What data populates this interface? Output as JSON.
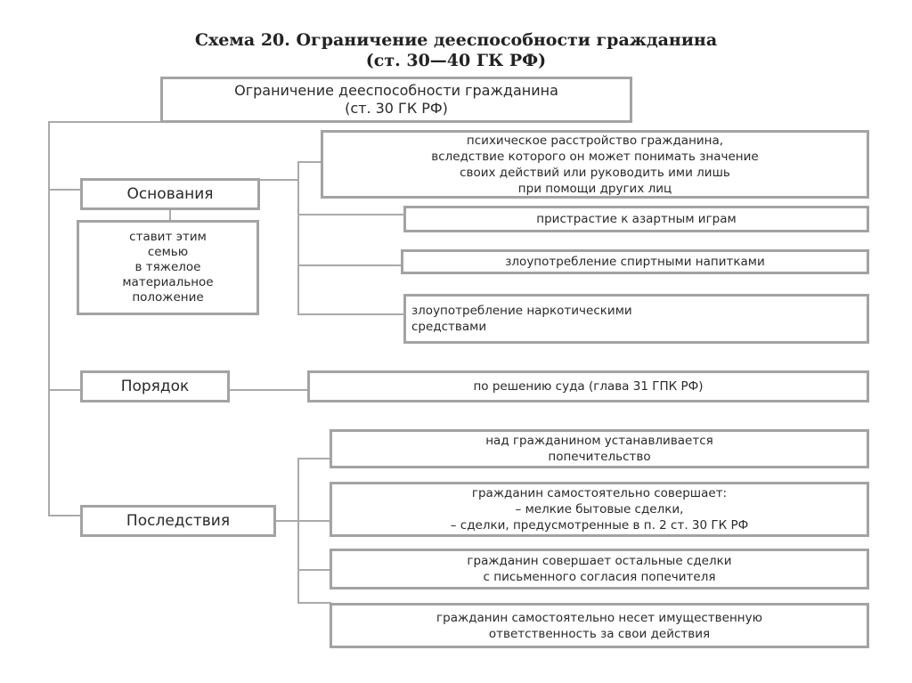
{
  "title": {
    "line1": "Схема 20. Ограничение дееспособности гражданина",
    "line2": "(ст. 30—40 ГК РФ)"
  },
  "root": {
    "line1": "Ограничение дееспособности гражданина",
    "line2": "(ст. 30 ГК РФ)"
  },
  "grounds": {
    "label": "Основания",
    "note": [
      "ставит этим",
      "семью",
      "в тяжелое",
      "материальное",
      "положение"
    ],
    "items": [
      [
        "психическое расстройство гражданина,",
        "вследствие которого он может понимать значение",
        "своих действий или руководить ими лишь",
        "при помощи других лиц"
      ],
      [
        "пристрастие к азартным играм"
      ],
      [
        "злоупотребление спиртными напитками"
      ],
      [
        "злоупотребление наркотическими",
        "средствами"
      ]
    ]
  },
  "procedure": {
    "label": "Порядок",
    "item": "по решению суда (глава 31 ГПК РФ)"
  },
  "consequences": {
    "label": "Последствия",
    "items": [
      [
        "над гражданином устанавливается",
        "попечительство"
      ],
      [
        "гражданин самостоятельно совершает:",
        "– мелкие бытовые сделки,",
        "– сделки,  предусмотренные в п. 2 ст. 30 ГК РФ"
      ],
      [
        "гражданин совершает остальные сделки",
        "с письменного согласия попечителя"
      ],
      [
        "гражданин самостоятельно несет имущественную",
        "ответственность за свои действия"
      ]
    ]
  }
}
